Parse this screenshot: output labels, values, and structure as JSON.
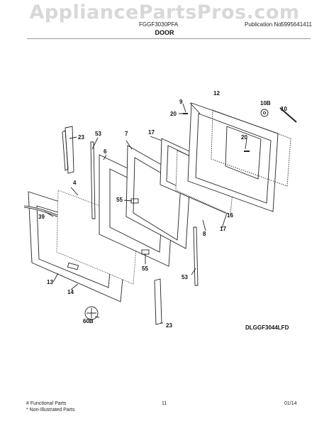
{
  "watermark": "AppliancePartsPros.com",
  "header": {
    "model": "FGGF3030PFA",
    "publication_label": "Publication No:",
    "publication_number": "5995641411",
    "section_title": "DOOR"
  },
  "diagram": {
    "code": "DLGGF3044LFD",
    "callouts": [
      "12",
      "9",
      "10B",
      "10",
      "20",
      "23",
      "53",
      "7",
      "17",
      "6",
      "20",
      "4",
      "55",
      "16",
      "39",
      "8",
      "17",
      "55",
      "53",
      "13",
      "14",
      "60B",
      "23"
    ]
  },
  "footer": {
    "functional": "# Functional Parts",
    "non_illustrated": "* Non-Illustrated Parts",
    "page": "11",
    "date": "01/14"
  }
}
